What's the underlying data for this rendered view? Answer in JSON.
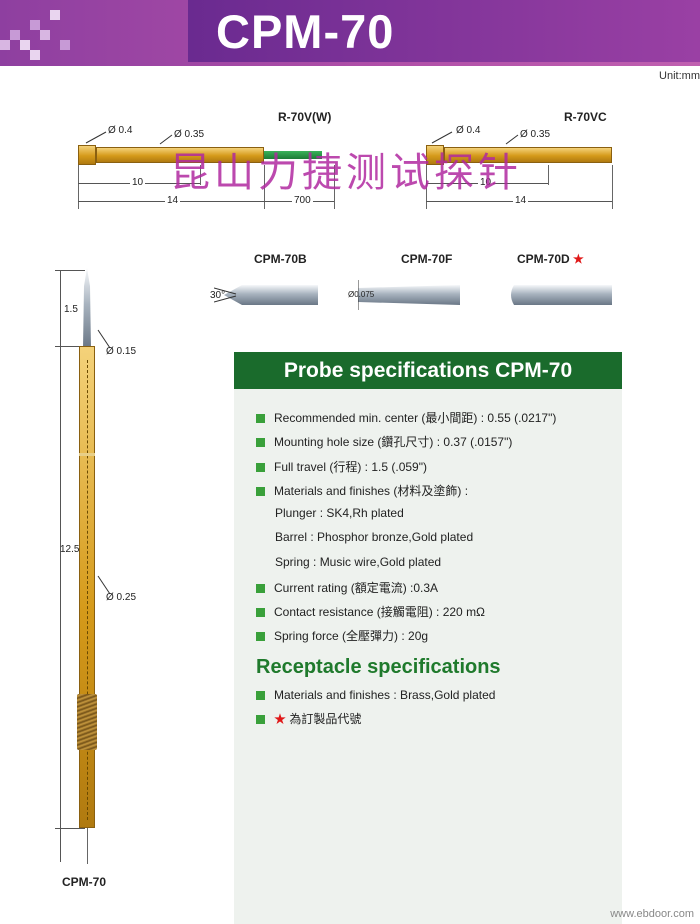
{
  "header": {
    "title": "CPM-70",
    "unit": "Unit:mm"
  },
  "top_drawings": {
    "left": {
      "label": "R-70V(W)",
      "d1": "Ø 0.4",
      "d2": "Ø 0.35",
      "len_a": "10",
      "len_b": "14",
      "len_c": "700"
    },
    "right": {
      "label": "R-70VC",
      "d1": "Ø 0.4",
      "d2": "Ø 0.35",
      "len_a": "10",
      "len_b": "14"
    }
  },
  "watermark": "昆山力捷测试探针",
  "tips": [
    {
      "label": "CPM-70B",
      "note": "30°"
    },
    {
      "label": "CPM-70F",
      "note": "Ø0.075"
    },
    {
      "label": "CPM-70D",
      "star": "★"
    }
  ],
  "probe": {
    "label": "CPM-70",
    "tip_len": "1.5",
    "total_len": "12.5",
    "d_top": "Ø 0.15",
    "d_body": "Ø 0.25"
  },
  "specs": {
    "title": "Probe specifications CPM-70",
    "items": [
      "Recommended min. center (最小間距) : 0.55 (.0217\")",
      "Mounting hole size (鑽孔尺寸) : 0.37 (.0157\")",
      "Full travel (行程) : 1.5 (.059\")",
      "Materials and finishes (材料及塗飾) :"
    ],
    "materials": [
      "Plunger : SK4,Rh plated",
      "Barrel : Phosphor bronze,Gold plated",
      "Spring : Music wire,Gold plated"
    ],
    "items2": [
      "Current rating (額定電流) :0.3A",
      "Contact resistance (接觸電阻) : 220 mΩ",
      "Spring force (全壓彈力) : 20g"
    ]
  },
  "receptacle": {
    "title": "Receptacle specifications",
    "items": [
      "Materials and finishes : Brass,Gold plated"
    ],
    "note_star": "★",
    "note": "為訂製品代號"
  },
  "site": "www.ebdoor.com"
}
